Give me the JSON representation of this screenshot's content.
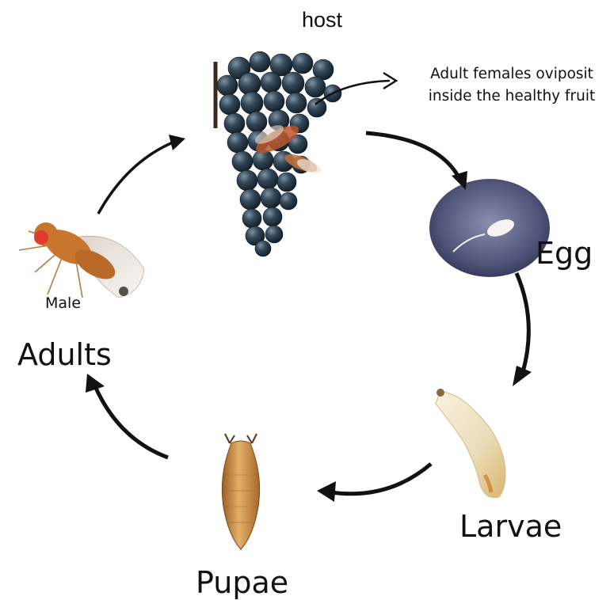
{
  "labels": {
    "host": "host",
    "egg": "Egg",
    "larvae": "Larvae",
    "pupae": "Pupae",
    "adults": "Adults",
    "male": "Male"
  },
  "note": {
    "line1": "Adult females oviposit",
    "line2": "inside the healthy fruit"
  },
  "colors": {
    "arrow": "#111111",
    "grape": "#2d3f4c",
    "egg_bg": "#5a5e82",
    "larva": "#efe3c4",
    "pupa": "#c98a3e",
    "fly_body": "#c7762c",
    "fly_eye": "#e23a2e"
  }
}
